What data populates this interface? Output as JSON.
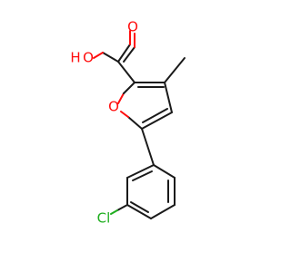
{
  "molecule": {
    "atoms": {
      "carbonyl_oxygen": "O",
      "hydroxyl_oxygen": "O",
      "hydroxyl_hydrogen": "H",
      "furan_oxygen": "O",
      "chlorine": "Cl"
    }
  },
  "colors": {
    "bond": "#1a1a1a",
    "oxygen": "#ff0d0d",
    "chlorine": "#1fae1f",
    "background": "#ffffff"
  }
}
